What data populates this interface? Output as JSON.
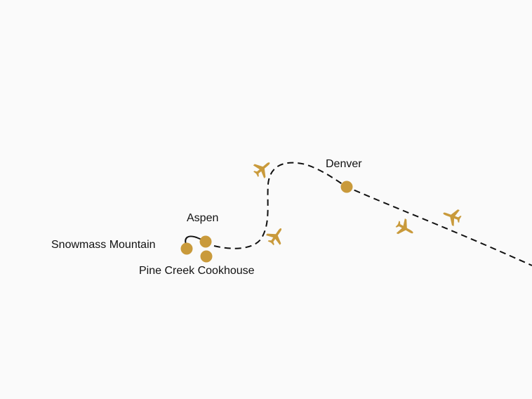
{
  "colors": {
    "marker": "#c99a3b",
    "route": "#111111",
    "background": "#fafafa"
  },
  "places": [
    {
      "name": "Denver"
    },
    {
      "name": "Aspen"
    },
    {
      "name": "Snowmass Mountain"
    },
    {
      "name": "Pine Creek Cookhouse"
    }
  ],
  "icons": [
    "airplane-icon",
    "airplane-icon",
    "airplane-icon",
    "airplane-icon"
  ]
}
